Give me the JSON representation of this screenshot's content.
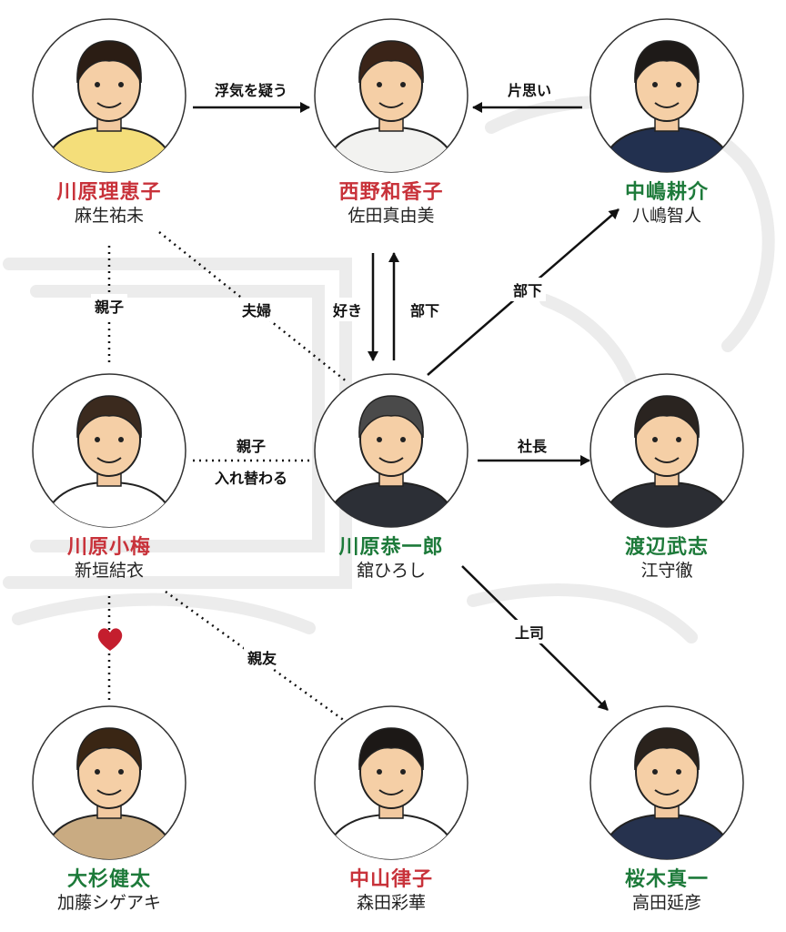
{
  "people": [
    {
      "id": "rieko",
      "role": "川原理恵子",
      "actor": "麻生祐未",
      "color": "red",
      "hair": "#2b1d14",
      "clothes": "#f4de7a"
    },
    {
      "id": "wakako",
      "role": "西野和香子",
      "actor": "佐田真由美",
      "color": "red",
      "hair": "#3a2418",
      "clothes": "#f2f2f0"
    },
    {
      "id": "kosuke",
      "role": "中嶋耕介",
      "actor": "八嶋智人",
      "color": "green",
      "hair": "#1e1a18",
      "clothes": "#22304f"
    },
    {
      "id": "koume",
      "role": "川原小梅",
      "actor": "新垣結衣",
      "color": "red",
      "hair": "#3b2a1e",
      "clothes": "#ffffff"
    },
    {
      "id": "kyoichiro",
      "role": "川原恭一郎",
      "actor": "舘ひろし",
      "color": "green",
      "hair": "#4a4a4a",
      "clothes": "#2c2f36"
    },
    {
      "id": "takeshi",
      "role": "渡辺武志",
      "actor": "江守徹",
      "color": "green",
      "hair": "#2a2420",
      "clothes": "#2b2d33"
    },
    {
      "id": "kenta",
      "role": "大杉健太",
      "actor": "加藤シゲアキ",
      "color": "green",
      "hair": "#3a2614",
      "clothes": "#c9ab82"
    },
    {
      "id": "ritsuko",
      "role": "中山律子",
      "actor": "森田彩華",
      "color": "red",
      "hair": "#1c1816",
      "clothes": "#ffffff"
    },
    {
      "id": "shinichi",
      "role": "桜木真一",
      "actor": "高田延彦",
      "color": "green",
      "hair": "#2a221c",
      "clothes": "#26324e"
    }
  ],
  "relations": {
    "suspects_affair": "浮気を疑う",
    "unrequited_love": "片思い",
    "parent_child_1": "親子",
    "married": "夫婦",
    "likes": "好き",
    "subordinate_1": "部下",
    "subordinate_2": "部下",
    "parent_child_2": "親子",
    "body_swap": "入れ替わる",
    "president": "社長",
    "boss": "上司",
    "best_friend": "親友"
  },
  "colors": {
    "red_text": "#c8323a",
    "green_text": "#1d7a3a",
    "heart": "#c41e2e",
    "line": "#111111",
    "circle_stroke": "#333333"
  }
}
